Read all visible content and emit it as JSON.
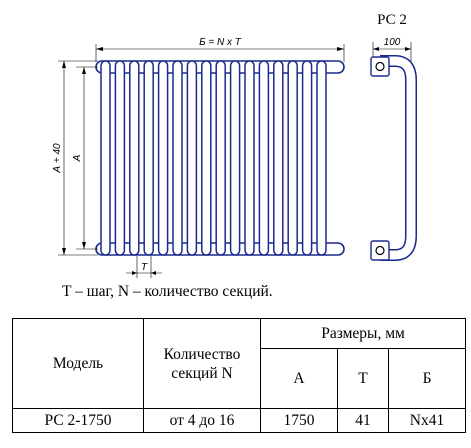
{
  "drawing": {
    "front_view": {
      "sections": 16,
      "width_label": "Б = N x T",
      "height_outer_label": "А + 40",
      "height_inner_label": "А",
      "pitch_label": "T"
    },
    "side_view": {
      "title": "РС 2",
      "depth_label": "100"
    },
    "colors": {
      "tube_outline": "#1a2a8c",
      "tube_fill": "#ffffff",
      "line": "#000000"
    }
  },
  "caption": "T – шаг, N – количество секций.",
  "table": {
    "header": {
      "model": "Модель",
      "count": [
        "Количество",
        "секций N"
      ],
      "dims_group": "Размеры, мм",
      "dims": [
        "А",
        "Т",
        "Б"
      ]
    },
    "rows": [
      {
        "model": "РС 2-1750",
        "count": "от 4 до 16",
        "a": "1750",
        "t": "41",
        "b": "Nx41"
      }
    ]
  }
}
